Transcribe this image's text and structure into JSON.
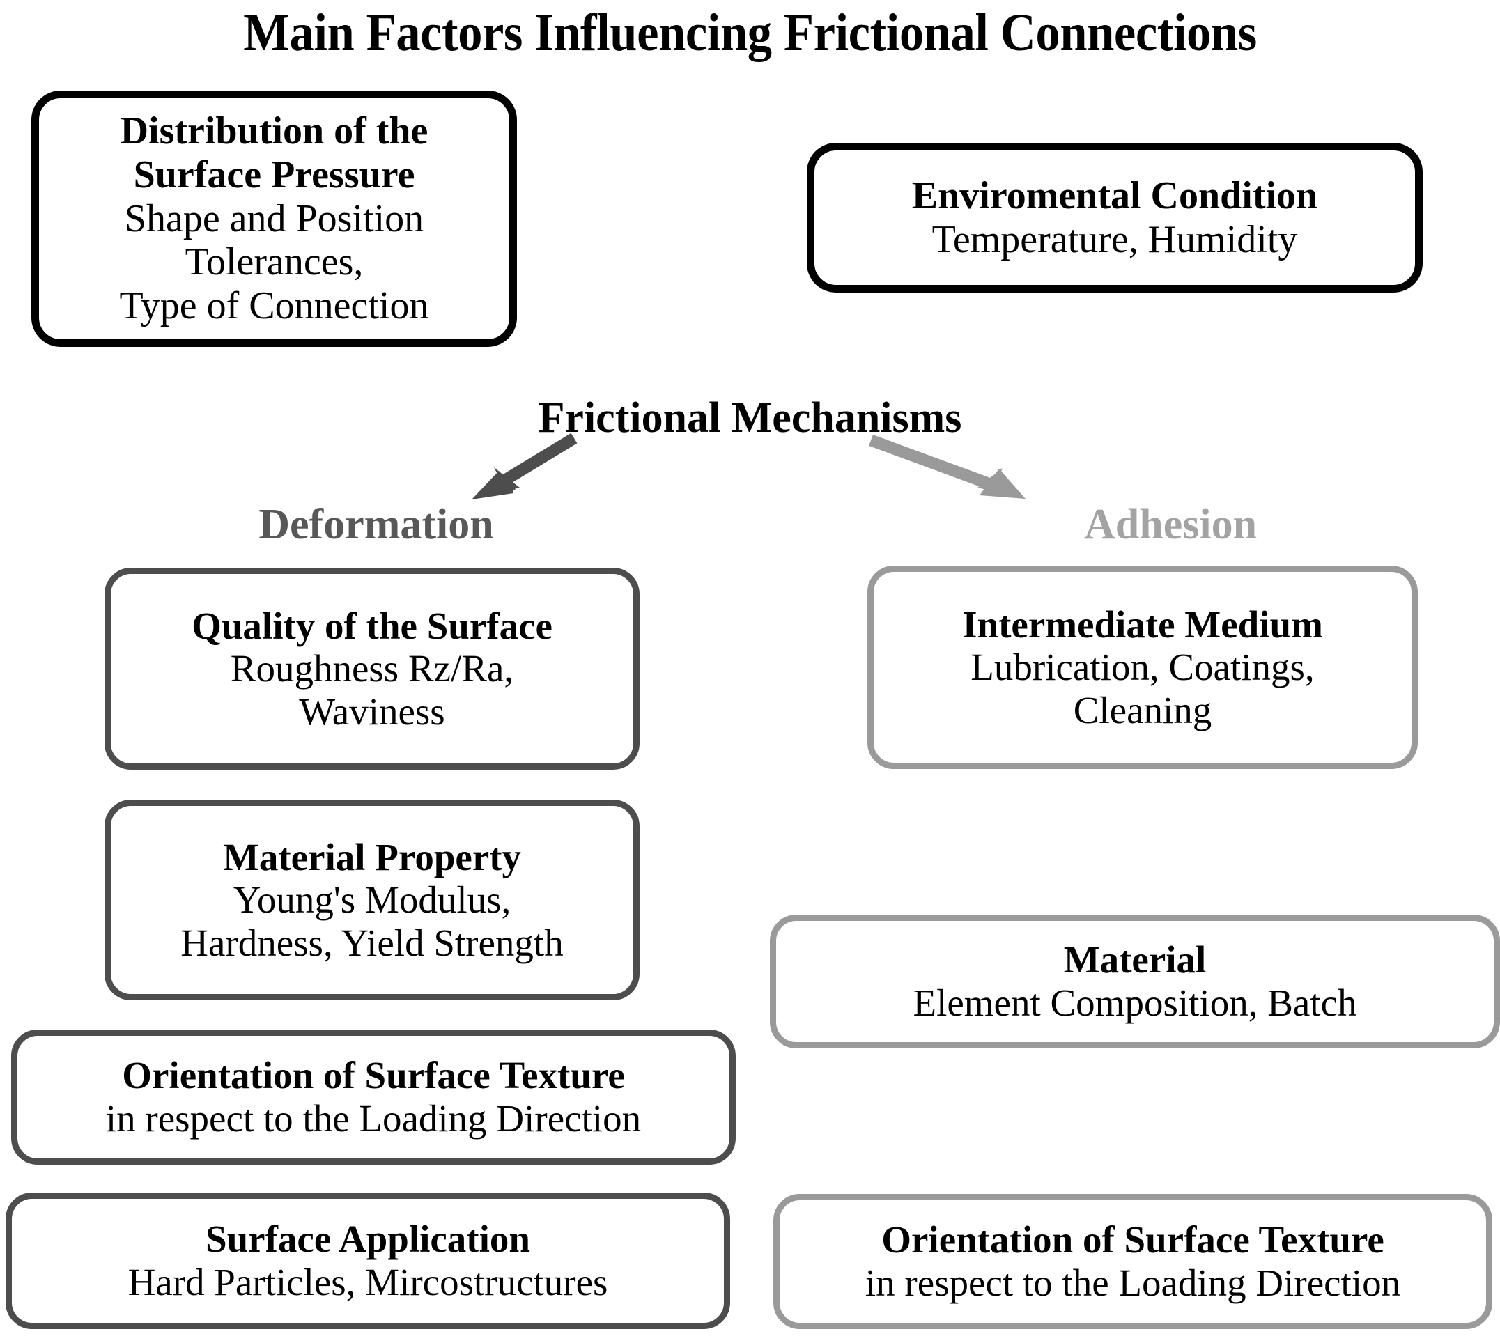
{
  "title": "Main Factors Influencing Frictional Connections",
  "colors": {
    "black": "#000000",
    "dark_gray": "#4d4d4d",
    "light_gray": "#9a9a9a",
    "deformation_label": "#585858",
    "adhesion_label": "#a3a3a3",
    "background": "#ffffff"
  },
  "top_boxes": [
    {
      "headline": "Distribution of the",
      "headline2": "Surface Pressure",
      "sub1": "Shape and Position Tolerances,",
      "sub2": "Type of Connection"
    },
    {
      "headline": "Enviromental Condition",
      "sub1": "Temperature, Humidity"
    }
  ],
  "mechanisms": {
    "heading": "Frictional Mechanisms",
    "branches": [
      {
        "label": "Deformation",
        "arrow": "arrow-down-left-icon"
      },
      {
        "label": "Adhesion",
        "arrow": "arrow-down-right-icon"
      }
    ]
  },
  "deformation_boxes": [
    {
      "headline": "Quality of the Surface",
      "sub1": "Roughness Rz/Ra,",
      "sub2": "Waviness"
    },
    {
      "headline": "Material Property",
      "sub1": "Young's Modulus,",
      "sub2": "Hardness, Yield Strength"
    },
    {
      "headline": "Orientation of Surface Texture",
      "sub1": "in respect to the Loading Direction"
    },
    {
      "headline": "Surface Application",
      "sub1": "Hard Particles, Mircostructures"
    }
  ],
  "adhesion_boxes": [
    {
      "headline": "Intermediate Medium",
      "sub1": "Lubrication, Coatings,",
      "sub2": "Cleaning"
    },
    {
      "headline": "Material",
      "sub1": "Element Composition, Batch"
    },
    {
      "headline": "Orientation of Surface Texture",
      "sub1": "in respect to the Loading Direction"
    }
  ]
}
